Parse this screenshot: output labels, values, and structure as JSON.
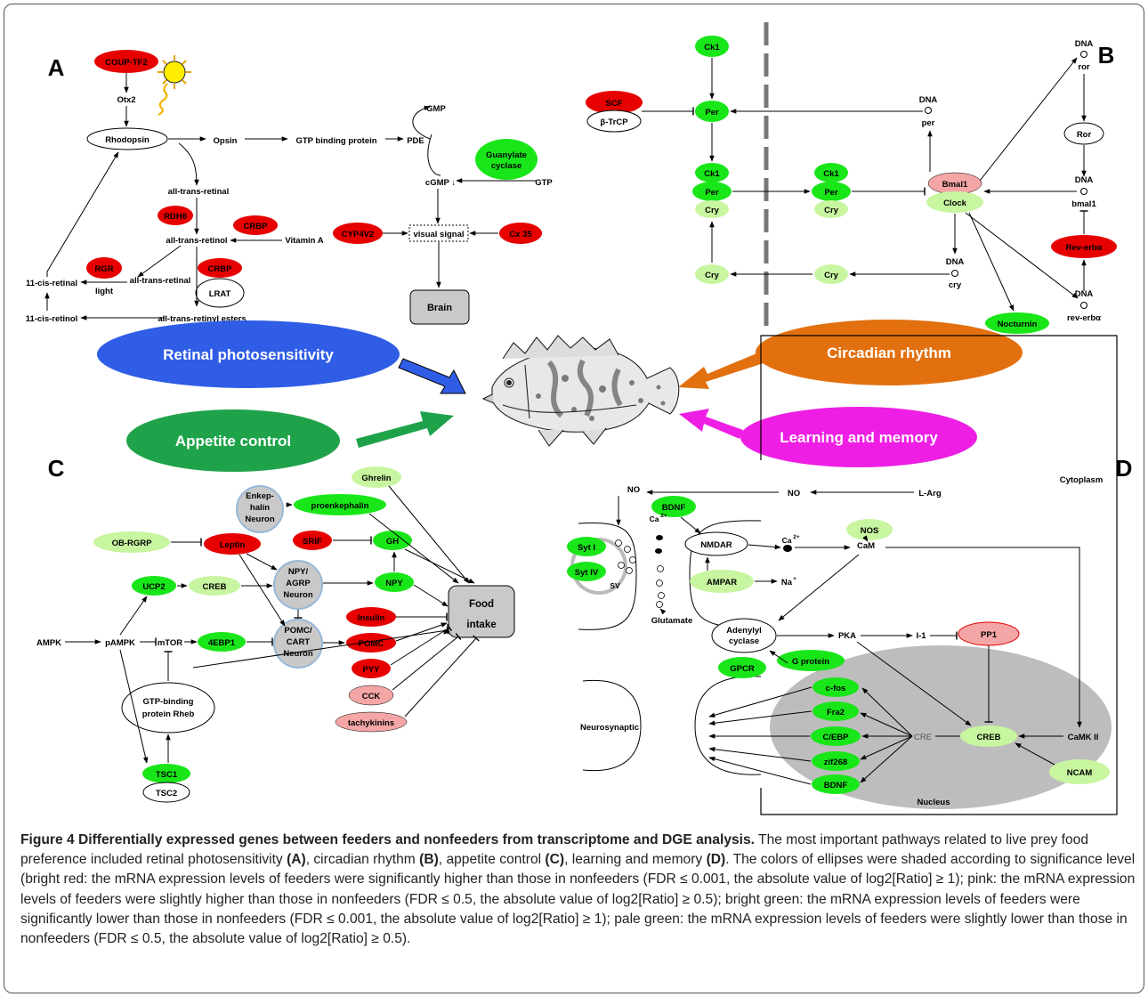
{
  "panels": {
    "a": "A",
    "b": "B",
    "c": "C",
    "d": "D"
  },
  "labels": {
    "retinal_photosensitivity": "Retinal photosensitivity",
    "circadian_rhythm": "Circadian rhythm",
    "appetite_control": "Appetite control",
    "learning_memory": "Learning and memory"
  },
  "colors": {
    "bright_red": "#e60000",
    "pink": "#f4a6a6",
    "bright_green": "#19e619",
    "pale_green": "#c8f5a0",
    "gray": "#c9c9c9",
    "blue": "#2f5de6",
    "orange": "#e2700f",
    "green": "#1fa34a",
    "magenta": "#ee1ee4"
  },
  "a": {
    "coup": "COUP-TF2",
    "otx2": "Otx2",
    "rhodopsin": "Rhodopsin",
    "opsin": "Opsin",
    "gtp_bp": "GTP binding protein",
    "pde": "PDE",
    "gmp": "GMP",
    "guanylate": "Guanylate",
    "cyclase": "cyclase",
    "cgmp": "cGMP ↓",
    "gtp": "GTP",
    "atral1": "all-trans-retinal",
    "rdh8": "RDH8",
    "crbp1": "CRBP",
    "atrol": "all-trans-retinol",
    "vita": "Vitamin A",
    "cyp": "CYP4V2",
    "visual": "visual signal",
    "cx": "Cx 35",
    "rgr": "RGR",
    "crbp2": "CRBP",
    "cis_retinal": "11-cis-retinal",
    "atral2": "all-trans-retinal",
    "light": "light",
    "lrat": "LRAT",
    "cis_retinol": "11-cis-retinol",
    "esters": "all-trans-retinyl esters",
    "brain": "Brain"
  },
  "b": {
    "ck1_top": "Ck1",
    "scf": "SCF",
    "btrcp": "β-TrCP",
    "per_top": "Per",
    "dna1": "DNA",
    "per_g": "per",
    "ck1_l": "Ck1",
    "per_l": "Per",
    "cry_l": "Cry",
    "ck1_m": "Ck1",
    "per_m": "Per",
    "cry_m": "Cry",
    "bmal1": "Bmal1",
    "clock": "Clock",
    "dna_ror": "DNA",
    "ror_g": "ror",
    "ror": "Ror",
    "dna_b": "DNA",
    "bmal_g": "bmal1",
    "rev": "Rev-erbα",
    "dna_cry": "DNA",
    "cry_g": "cry",
    "cry_bl": "Cry",
    "cry_bm": "Cry",
    "nocturnin": "Nocturnin",
    "dna_rev": "DNA",
    "rev_g": "rev-erbα"
  },
  "c": {
    "ghrelin": "Ghrelin",
    "enk1": "Enkep-",
    "enk2": "halin",
    "enk3": "Neuron",
    "proenk": "proenkephalin",
    "obrgrp": "OB-RGRP",
    "leptin": "Leptin",
    "srif": "SRIF",
    "gh": "GH",
    "npy_n1": "NPY/",
    "npy_n2": "AGRP",
    "npy_n3": "Neuron",
    "ucp2": "UCP2",
    "creb": "CREB",
    "npy": "NPY",
    "food1": "Food",
    "food2": "intake",
    "insulin": "Insulin",
    "ampk": "AMPK",
    "pampk": "pAMPK",
    "mtor": "mTOR",
    "ebp": "4EBP1",
    "pomc_n1": "POMC/",
    "pomc_n2": "CART",
    "pomc_n3": "Neuron",
    "pomc": "POMC",
    "pyy": "PYY",
    "rheb1": "GTP-binding",
    "rheb2": "protein Rheb",
    "cck": "CCK",
    "tachy": "tachykinins",
    "tsc1": "TSC1",
    "tsc2": "TSC2"
  },
  "d": {
    "cytoplasm": "Cytoplasm",
    "no1": "NO",
    "no2": "NO",
    "larg": "L-Arg",
    "bdnf_top": "BDNF",
    "nos": "NOS",
    "ca1": "Ca",
    "ca2": "Ca",
    "sup": "2+",
    "nmdar": "NMDAR",
    "cam": "CaM",
    "syt1": "Syt I",
    "syt4": "Syt IV",
    "sv": "SV",
    "ampar": "AMPAR",
    "na": "Na",
    "naplus": "+",
    "glutamate": "Glutamate",
    "ac1": "Adenylyl",
    "ac2": "cyclase",
    "pka": "PKA",
    "i1": "I-1",
    "pp1": "PP1",
    "gprotein": "G protein",
    "gpcr": "GPCR",
    "neurosynaptic": "Neurosynaptic",
    "cfos": "c-fos",
    "fra2": "Fra2",
    "cebp": "C/EBP",
    "zif": "zif268",
    "bdnf": "BDNF",
    "cre": "CRE",
    "creb": "CREB",
    "camk": "CaMK II",
    "ncam": "NCAM",
    "nucleus": "Nucleus"
  },
  "caption": {
    "title": "Figure 4 Differentially expressed genes between feeders and nonfeeders from transcriptome and DGE analysis.",
    "t1": " The most important pathways related to live prey food preference included retinal photosensitivity ",
    "refA": "(A)",
    "t2": ", circadian rhythm ",
    "refB": "(B)",
    "t3": ", appetite control ",
    "refC": "(C)",
    "t4": ", learning and memory ",
    "refD": "(D)",
    "t5": ". The colors of ellipses were shaded according to significance level (bright red: the mRNA expression levels of feeders were significantly higher than those in nonfeeders (FDR ≤ 0.001, the absolute value of log2[Ratio] ≥ 1); pink: the mRNA expression levels of feeders were slightly higher than those in nonfeeders (FDR ≤ 0.5, the absolute value of log2[Ratio] ≥ 0.5); bright green: the mRNA expression levels of feeders were significantly lower than those in nonfeeders (FDR ≤ 0.001, the absolute value of log2[Ratio] ≥ 1); pale green: the mRNA expression levels of feeders were slightly lower than those in nonfeeders (FDR ≤ 0.5, the absolute value of log2[Ratio] ≥ 0.5)."
  }
}
